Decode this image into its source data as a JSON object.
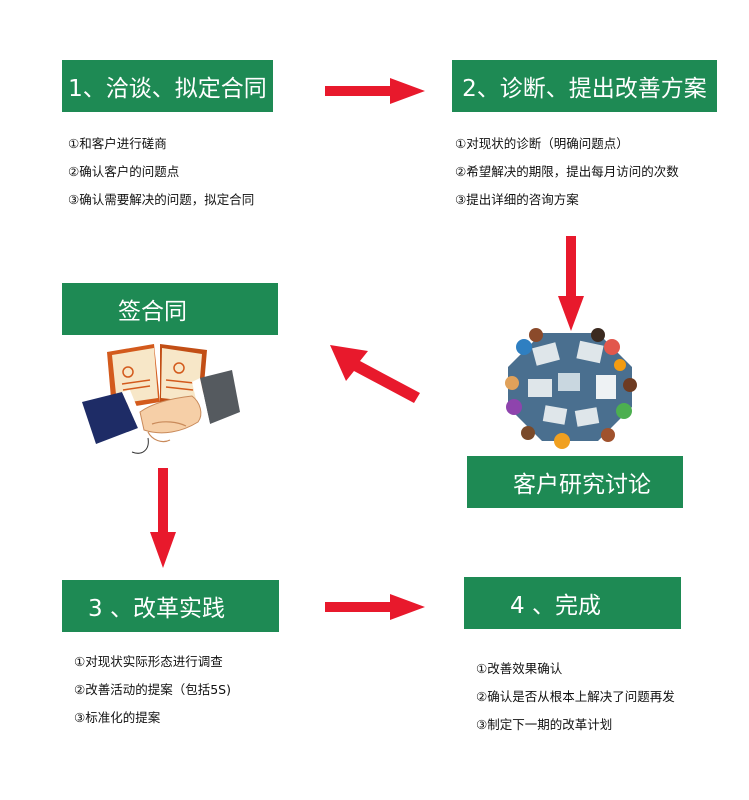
{
  "step1": {
    "title": "1、洽谈、拟定合同",
    "items": [
      "①和客户进行磋商",
      "②确认客户的问题点",
      "③确认需要解决的问题，拟定合同"
    ]
  },
  "step2": {
    "title": "2、诊断、提出改善方案",
    "items": [
      "①对现状的诊断（明确问题点）",
      "②希望解决的期限，提出每月访问的次数",
      "③提出详细的咨询方案"
    ]
  },
  "sign": {
    "title": "签合同"
  },
  "discuss": {
    "title": "客户研究讨论"
  },
  "step3": {
    "title": "3 、改革实践",
    "items": [
      "①对现状实际形态进行调查",
      "②改善活动的提案（包括5S)",
      "③标准化的提案"
    ]
  },
  "step4": {
    "title": "4 、完成",
    "items": [
      "①改善效果确认",
      "②确认是否从根本上解决了问题再发",
      "③制定下一期的改革计划"
    ]
  },
  "colors": {
    "box": "#1e8a54",
    "arrow": "#e8192c"
  },
  "icons": [
    "arrow-right-icon",
    "arrow-down-icon",
    "arrow-up-left-icon",
    "handshake-contract-icon",
    "meeting-table-icon"
  ]
}
